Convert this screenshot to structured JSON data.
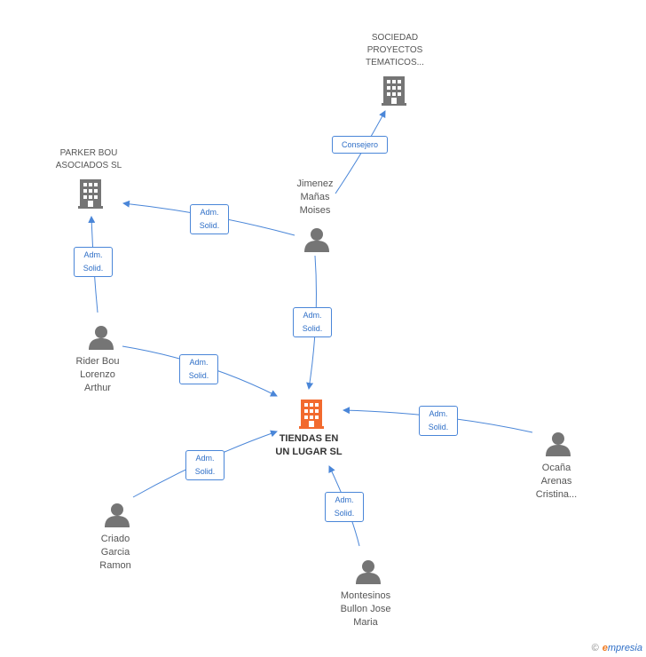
{
  "nodes": {
    "sociedad": {
      "label": "SOCIEDAD\nPROYECTOS\nTEMATICOS...",
      "type": "company"
    },
    "parker": {
      "label": "PARKER BOU\nASOCIADOS SL",
      "type": "company"
    },
    "jimenez": {
      "label": "Jimenez\nMañas\nMoises",
      "type": "person"
    },
    "rider": {
      "label": "Rider Bou\nLorenzo\nArthur",
      "type": "person"
    },
    "tiendas": {
      "label": "TIENDAS EN\nUN LUGAR SL",
      "type": "main-company"
    },
    "ocana": {
      "label": "Ocaña\nArenas\nCristina...",
      "type": "person"
    },
    "criado": {
      "label": "Criado\nGarcia\nRamon",
      "type": "person"
    },
    "montesinos": {
      "label": "Montesinos\nBullon Jose\nMaria",
      "type": "person"
    }
  },
  "edges": {
    "jimenez_sociedad": "Consejero",
    "jimenez_parker": "Adm.\nSolid.",
    "rider_parker": "Adm.\nSolid.",
    "jimenez_tiendas": "Adm.\nSolid.",
    "rider_tiendas": "Adm.\nSolid.",
    "ocana_tiendas": "Adm.\nSolid.",
    "criado_tiendas": "Adm.\nSolid.",
    "montesinos_tiendas": "Adm.\nSolid."
  },
  "colors": {
    "edge": "#4a86d8",
    "company_icon": "#757575",
    "main_company_icon": "#f26a2e",
    "person_icon": "#757575"
  },
  "footer": {
    "copyright": "©",
    "brand_first": "e",
    "brand_rest": "mpresia"
  }
}
